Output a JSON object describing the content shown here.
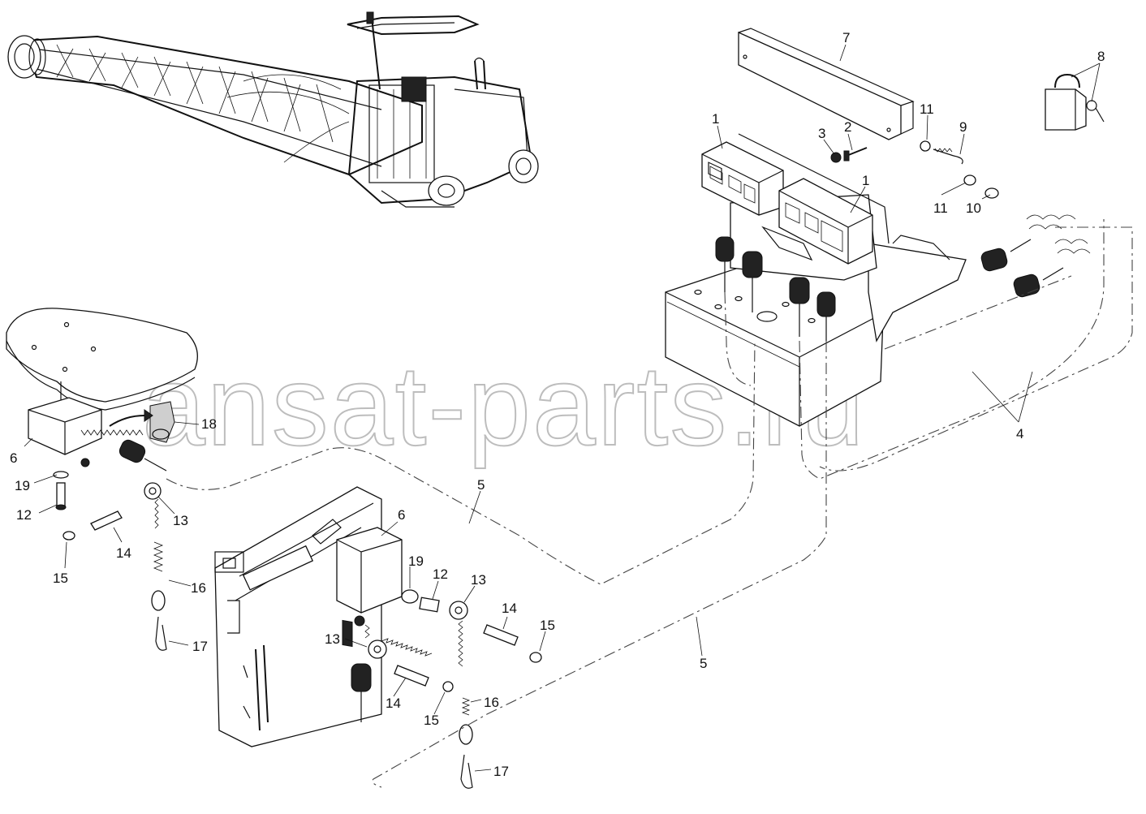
{
  "watermark": "ansat-parts.ru",
  "callouts": [
    {
      "id": "c1a",
      "text": "1"
    },
    {
      "id": "c1b",
      "text": "1"
    },
    {
      "id": "c2",
      "text": "2"
    },
    {
      "id": "c3",
      "text": "3"
    },
    {
      "id": "c4",
      "text": "4"
    },
    {
      "id": "c5a",
      "text": "5"
    },
    {
      "id": "c5b",
      "text": "5"
    },
    {
      "id": "c6a",
      "text": "6"
    },
    {
      "id": "c6b",
      "text": "6"
    },
    {
      "id": "c7",
      "text": "7"
    },
    {
      "id": "c8",
      "text": "8"
    },
    {
      "id": "c9",
      "text": "9"
    },
    {
      "id": "c10",
      "text": "10"
    },
    {
      "id": "c11a",
      "text": "11"
    },
    {
      "id": "c11b",
      "text": "11"
    },
    {
      "id": "c12a",
      "text": "12"
    },
    {
      "id": "c12b",
      "text": "12"
    },
    {
      "id": "c13a",
      "text": "13"
    },
    {
      "id": "c13b",
      "text": "13"
    },
    {
      "id": "c13c",
      "text": "13"
    },
    {
      "id": "c14a",
      "text": "14"
    },
    {
      "id": "c14b",
      "text": "14"
    },
    {
      "id": "c14c",
      "text": "14"
    },
    {
      "id": "c15a",
      "text": "15"
    },
    {
      "id": "c15b",
      "text": "15"
    },
    {
      "id": "c15c",
      "text": "15"
    },
    {
      "id": "c16a",
      "text": "16"
    },
    {
      "id": "c16b",
      "text": "16"
    },
    {
      "id": "c17a",
      "text": "17"
    },
    {
      "id": "c17b",
      "text": "17"
    },
    {
      "id": "c18",
      "text": "18"
    },
    {
      "id": "c19a",
      "text": "19"
    },
    {
      "id": "c19b",
      "text": "19"
    }
  ]
}
